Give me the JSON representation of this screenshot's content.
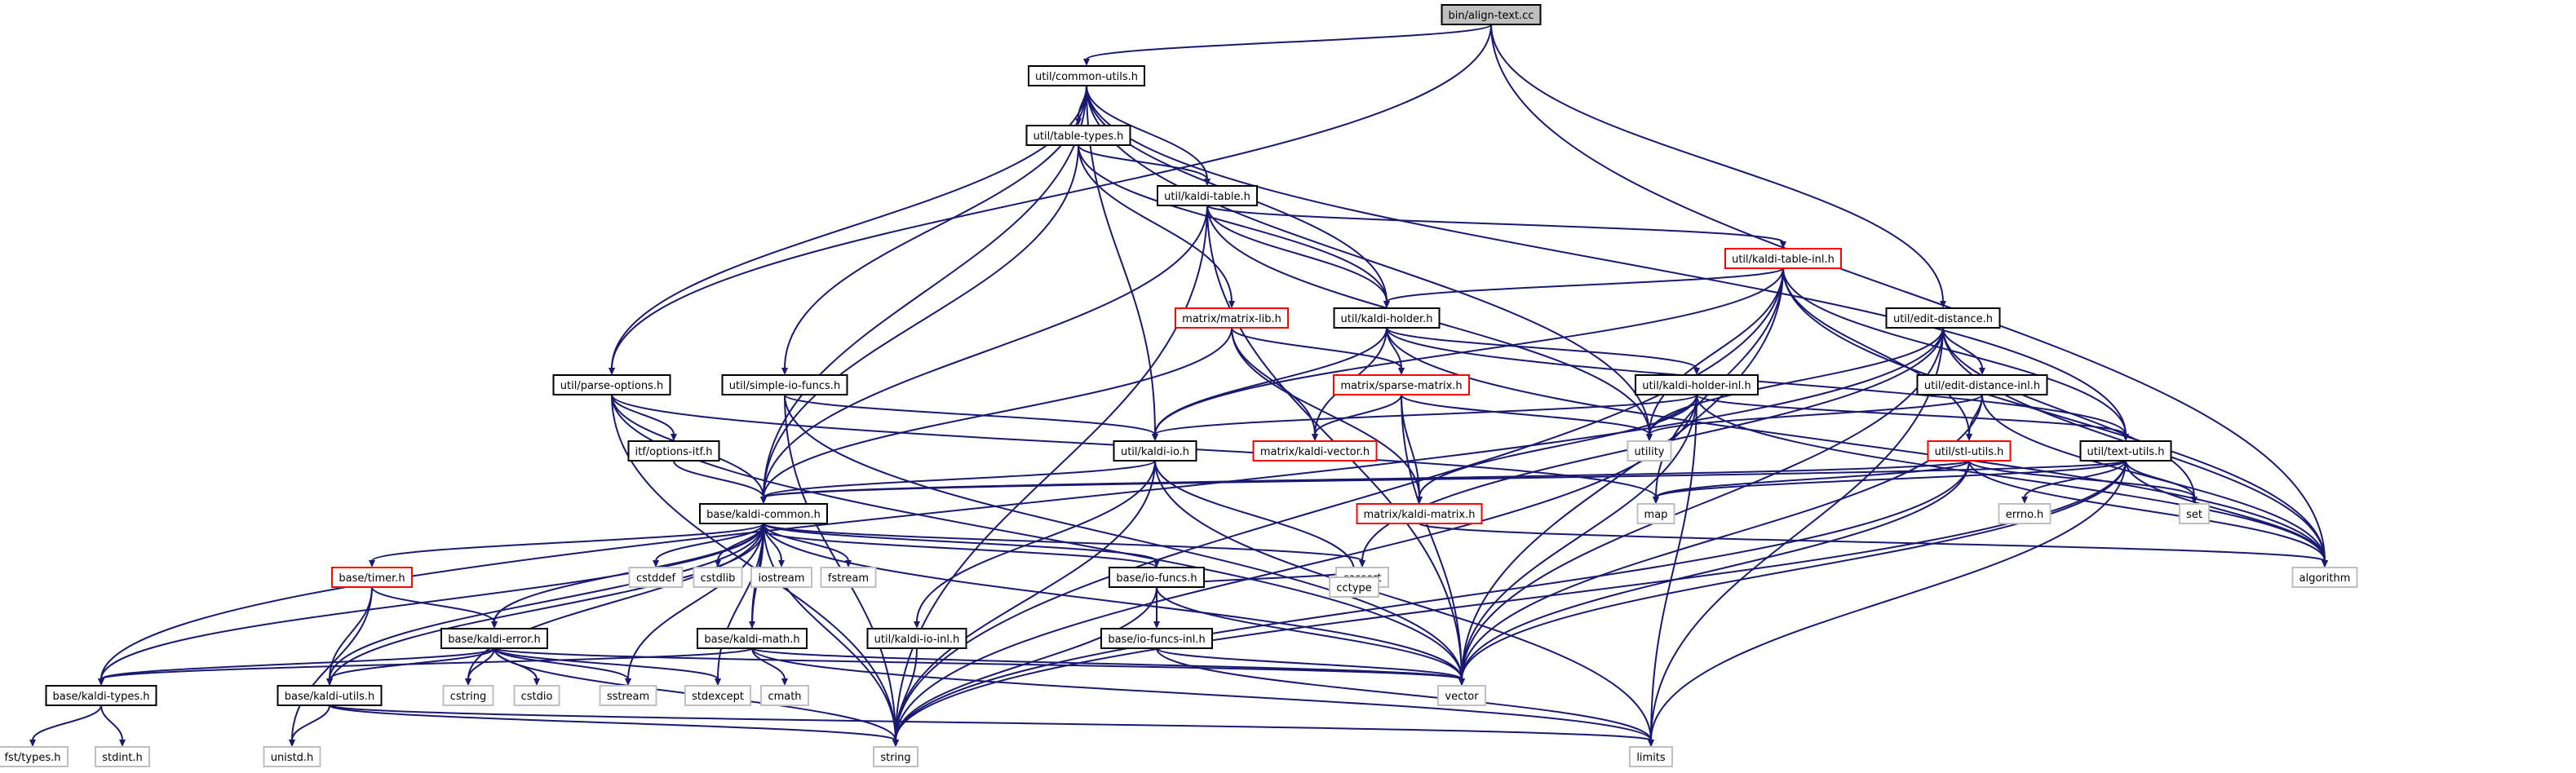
{
  "graph": {
    "root": "bin/align-text.cc",
    "nodes": [
      {
        "id": "align",
        "label": "bin/align-text.cc",
        "style": "root"
      },
      {
        "id": "common_utils",
        "label": "util/common-utils.h",
        "style": "black"
      },
      {
        "id": "table_types",
        "label": "util/table-types.h",
        "style": "black"
      },
      {
        "id": "kaldi_table",
        "label": "util/kaldi-table.h",
        "style": "black"
      },
      {
        "id": "kaldi_table_inl",
        "label": "util/kaldi-table-inl.h",
        "style": "red"
      },
      {
        "id": "matrix_lib",
        "label": "matrix/matrix-lib.h",
        "style": "red"
      },
      {
        "id": "kaldi_holder",
        "label": "util/kaldi-holder.h",
        "style": "black"
      },
      {
        "id": "edit_distance",
        "label": "util/edit-distance.h",
        "style": "black"
      },
      {
        "id": "parse_options",
        "label": "util/parse-options.h",
        "style": "black"
      },
      {
        "id": "simple_io",
        "label": "util/simple-io-funcs.h",
        "style": "black"
      },
      {
        "id": "sparse_matrix",
        "label": "matrix/sparse-matrix.h",
        "style": "red"
      },
      {
        "id": "holder_inl",
        "label": "util/kaldi-holder-inl.h",
        "style": "black"
      },
      {
        "id": "edit_inl",
        "label": "util/edit-distance-inl.h",
        "style": "black"
      },
      {
        "id": "options_itf",
        "label": "itf/options-itf.h",
        "style": "black"
      },
      {
        "id": "kaldi_io",
        "label": "util/kaldi-io.h",
        "style": "black"
      },
      {
        "id": "kaldi_vector",
        "label": "matrix/kaldi-vector.h",
        "style": "red"
      },
      {
        "id": "stl_utils",
        "label": "util/stl-utils.h",
        "style": "red"
      },
      {
        "id": "text_utils",
        "label": "util/text-utils.h",
        "style": "black"
      },
      {
        "id": "kaldi_common",
        "label": "base/kaldi-common.h",
        "style": "black"
      },
      {
        "id": "kaldi_matrix",
        "label": "matrix/kaldi-matrix.h",
        "style": "red"
      },
      {
        "id": "map",
        "label": "map",
        "style": "gray"
      },
      {
        "id": "errno",
        "label": "errno.h",
        "style": "gray"
      },
      {
        "id": "set",
        "label": "set",
        "style": "gray"
      },
      {
        "id": "utility",
        "label": "utility",
        "style": "gray"
      },
      {
        "id": "timer",
        "label": "base/timer.h",
        "style": "red"
      },
      {
        "id": "cstddef",
        "label": "cstddef",
        "style": "gray"
      },
      {
        "id": "cstdlib",
        "label": "cstdlib",
        "style": "gray"
      },
      {
        "id": "iostream",
        "label": "iostream",
        "style": "gray"
      },
      {
        "id": "fstream",
        "label": "fstream",
        "style": "gray"
      },
      {
        "id": "io_funcs",
        "label": "base/io-funcs.h",
        "style": "black"
      },
      {
        "id": "cassert",
        "label": "cassert",
        "style": "gray"
      },
      {
        "id": "algorithm",
        "label": "algorithm",
        "style": "gray"
      },
      {
        "id": "kaldi_error",
        "label": "base/kaldi-error.h",
        "style": "black"
      },
      {
        "id": "kaldi_math",
        "label": "base/kaldi-math.h",
        "style": "black"
      },
      {
        "id": "kaldi_io_inl",
        "label": "util/kaldi-io-inl.h",
        "style": "black"
      },
      {
        "id": "io_funcs_inl",
        "label": "base/io-funcs-inl.h",
        "style": "black"
      },
      {
        "id": "cctype",
        "label": "cctype",
        "style": "gray"
      },
      {
        "id": "kaldi_types",
        "label": "base/kaldi-types.h",
        "style": "black"
      },
      {
        "id": "kaldi_utils",
        "label": "base/kaldi-utils.h",
        "style": "black"
      },
      {
        "id": "cstring",
        "label": "cstring",
        "style": "gray"
      },
      {
        "id": "cstdio",
        "label": "cstdio",
        "style": "gray"
      },
      {
        "id": "sstream",
        "label": "sstream",
        "style": "gray"
      },
      {
        "id": "stdexcept",
        "label": "stdexcept",
        "style": "gray"
      },
      {
        "id": "cmath",
        "label": "cmath",
        "style": "gray"
      },
      {
        "id": "vector",
        "label": "vector",
        "style": "gray"
      },
      {
        "id": "fst_types",
        "label": "fst/types.h",
        "style": "gray"
      },
      {
        "id": "stdint",
        "label": "stdint.h",
        "style": "gray"
      },
      {
        "id": "unistd",
        "label": "unistd.h",
        "style": "gray"
      },
      {
        "id": "string",
        "label": "string",
        "style": "gray"
      },
      {
        "id": "limits",
        "label": "limits",
        "style": "gray"
      }
    ],
    "edges": [
      [
        "align",
        "common_utils"
      ],
      [
        "align",
        "parse_options"
      ],
      [
        "align",
        "edit_distance"
      ],
      [
        "align",
        "algorithm"
      ],
      [
        "common_utils",
        "table_types"
      ],
      [
        "common_utils",
        "kaldi_table"
      ],
      [
        "common_utils",
        "kaldi_holder"
      ],
      [
        "common_utils",
        "parse_options"
      ],
      [
        "common_utils",
        "simple_io"
      ],
      [
        "common_utils",
        "kaldi_io"
      ],
      [
        "common_utils",
        "kaldi_common"
      ],
      [
        "common_utils",
        "utility"
      ],
      [
        "common_utils",
        "text_utils"
      ],
      [
        "table_types",
        "kaldi_table"
      ],
      [
        "table_types",
        "kaldi_holder"
      ],
      [
        "table_types",
        "matrix_lib"
      ],
      [
        "table_types",
        "kaldi_common"
      ],
      [
        "kaldi_table",
        "kaldi_table_inl"
      ],
      [
        "kaldi_table",
        "kaldi_holder"
      ],
      [
        "kaldi_table",
        "kaldi_common"
      ],
      [
        "kaldi_table",
        "string"
      ],
      [
        "kaldi_table",
        "vector"
      ],
      [
        "kaldi_table",
        "utility"
      ],
      [
        "kaldi_table_inl",
        "kaldi_holder"
      ],
      [
        "kaldi_table_inl",
        "kaldi_io"
      ],
      [
        "kaldi_table_inl",
        "text_utils"
      ],
      [
        "kaldi_table_inl",
        "stl_utils"
      ],
      [
        "kaldi_table_inl",
        "utility"
      ],
      [
        "kaldi_table_inl",
        "vector"
      ],
      [
        "kaldi_table_inl",
        "map"
      ],
      [
        "kaldi_table_inl",
        "algorithm"
      ],
      [
        "kaldi_table_inl",
        "string"
      ],
      [
        "matrix_lib",
        "kaldi_common"
      ],
      [
        "matrix_lib",
        "kaldi_vector"
      ],
      [
        "matrix_lib",
        "kaldi_matrix"
      ],
      [
        "matrix_lib",
        "sparse_matrix"
      ],
      [
        "kaldi_holder",
        "holder_inl"
      ],
      [
        "kaldi_holder",
        "kaldi_io"
      ],
      [
        "kaldi_holder",
        "text_utils"
      ],
      [
        "kaldi_holder",
        "sparse_matrix"
      ],
      [
        "kaldi_holder",
        "kaldi_vector"
      ],
      [
        "kaldi_holder",
        "algorithm"
      ],
      [
        "edit_distance",
        "edit_inl"
      ],
      [
        "edit_distance",
        "kaldi_types"
      ],
      [
        "edit_distance",
        "vector"
      ],
      [
        "edit_distance",
        "set"
      ],
      [
        "edit_distance",
        "algorithm"
      ],
      [
        "edit_distance",
        "utility"
      ],
      [
        "edit_distance",
        "limits"
      ],
      [
        "edit_distance",
        "cassert"
      ],
      [
        "parse_options",
        "options_itf"
      ],
      [
        "parse_options",
        "kaldi_common"
      ],
      [
        "parse_options",
        "map"
      ],
      [
        "parse_options",
        "vector"
      ],
      [
        "parse_options",
        "string"
      ],
      [
        "simple_io",
        "kaldi_io"
      ],
      [
        "simple_io",
        "vector"
      ],
      [
        "simple_io",
        "string"
      ],
      [
        "sparse_matrix",
        "kaldi_vector"
      ],
      [
        "sparse_matrix",
        "kaldi_matrix"
      ],
      [
        "sparse_matrix",
        "utility"
      ],
      [
        "sparse_matrix",
        "vector"
      ],
      [
        "holder_inl",
        "kaldi_io"
      ],
      [
        "holder_inl",
        "text_utils"
      ],
      [
        "holder_inl",
        "kaldi_matrix"
      ],
      [
        "holder_inl",
        "utility"
      ],
      [
        "holder_inl",
        "vector"
      ],
      [
        "holder_inl",
        "algorithm"
      ],
      [
        "holder_inl",
        "limits"
      ],
      [
        "holder_inl",
        "string"
      ],
      [
        "edit_inl",
        "stl_utils"
      ],
      [
        "edit_inl",
        "vector"
      ],
      [
        "edit_inl",
        "algorithm"
      ],
      [
        "edit_inl",
        "utility"
      ],
      [
        "options_itf",
        "kaldi_common"
      ],
      [
        "kaldi_io",
        "kaldi_common"
      ],
      [
        "kaldi_io",
        "kaldi_io_inl"
      ],
      [
        "kaldi_io",
        "cctype"
      ],
      [
        "kaldi_io",
        "limits"
      ],
      [
        "kaldi_io",
        "string"
      ],
      [
        "stl_utils",
        "kaldi_common"
      ],
      [
        "stl_utils",
        "map"
      ],
      [
        "stl_utils",
        "set"
      ],
      [
        "stl_utils",
        "string"
      ],
      [
        "stl_utils",
        "vector"
      ],
      [
        "stl_utils",
        "algorithm"
      ],
      [
        "text_utils",
        "kaldi_common"
      ],
      [
        "text_utils",
        "map"
      ],
      [
        "text_utils",
        "errno"
      ],
      [
        "text_utils",
        "set"
      ],
      [
        "text_utils",
        "algorithm"
      ],
      [
        "text_utils",
        "vector"
      ],
      [
        "text_utils",
        "limits"
      ],
      [
        "text_utils",
        "string"
      ],
      [
        "kaldi_common",
        "timer"
      ],
      [
        "kaldi_common",
        "cstddef"
      ],
      [
        "kaldi_common",
        "cstdlib"
      ],
      [
        "kaldi_common",
        "iostream"
      ],
      [
        "kaldi_common",
        "fstream"
      ],
      [
        "kaldi_common",
        "io_funcs"
      ],
      [
        "kaldi_common",
        "cassert"
      ],
      [
        "kaldi_common",
        "kaldi_error"
      ],
      [
        "kaldi_common",
        "kaldi_math"
      ],
      [
        "kaldi_common",
        "kaldi_types"
      ],
      [
        "kaldi_common",
        "kaldi_utils"
      ],
      [
        "kaldi_common",
        "cstring"
      ],
      [
        "kaldi_common",
        "sstream"
      ],
      [
        "kaldi_common",
        "stdexcept"
      ],
      [
        "kaldi_common",
        "string"
      ],
      [
        "kaldi_common",
        "vector"
      ],
      [
        "kaldi_matrix",
        "algorithm"
      ],
      [
        "timer",
        "kaldi_error"
      ],
      [
        "timer",
        "kaldi_utils"
      ],
      [
        "timer",
        "unistd"
      ],
      [
        "io_funcs",
        "kaldi_common"
      ],
      [
        "io_funcs",
        "io_funcs_inl"
      ],
      [
        "io_funcs",
        "cctype"
      ],
      [
        "io_funcs",
        "vector"
      ],
      [
        "io_funcs",
        "string"
      ],
      [
        "kaldi_error",
        "kaldi_types"
      ],
      [
        "kaldi_error",
        "kaldi_utils"
      ],
      [
        "kaldi_error",
        "cstring"
      ],
      [
        "kaldi_error",
        "cstdio"
      ],
      [
        "kaldi_error",
        "sstream"
      ],
      [
        "kaldi_error",
        "stdexcept"
      ],
      [
        "kaldi_error",
        "vector"
      ],
      [
        "kaldi_error",
        "string"
      ],
      [
        "kaldi_math",
        "kaldi_common"
      ],
      [
        "kaldi_math",
        "kaldi_types"
      ],
      [
        "kaldi_math",
        "cmath"
      ],
      [
        "kaldi_math",
        "limits"
      ],
      [
        "kaldi_math",
        "vector"
      ],
      [
        "kaldi_io_inl",
        "string"
      ],
      [
        "io_funcs_inl",
        "vector"
      ],
      [
        "io_funcs_inl",
        "limits"
      ],
      [
        "kaldi_types",
        "fst_types"
      ],
      [
        "kaldi_types",
        "stdint"
      ],
      [
        "kaldi_utils",
        "kaldi_common"
      ],
      [
        "kaldi_utils",
        "unistd"
      ],
      [
        "kaldi_utils",
        "string"
      ],
      [
        "kaldi_utils",
        "limits"
      ]
    ],
    "colors": {
      "edge": "#191970",
      "box": "#000000",
      "highlight": "#ff0000",
      "external": "#bfbfbf",
      "root_fill": "#bfbfbf"
    }
  }
}
